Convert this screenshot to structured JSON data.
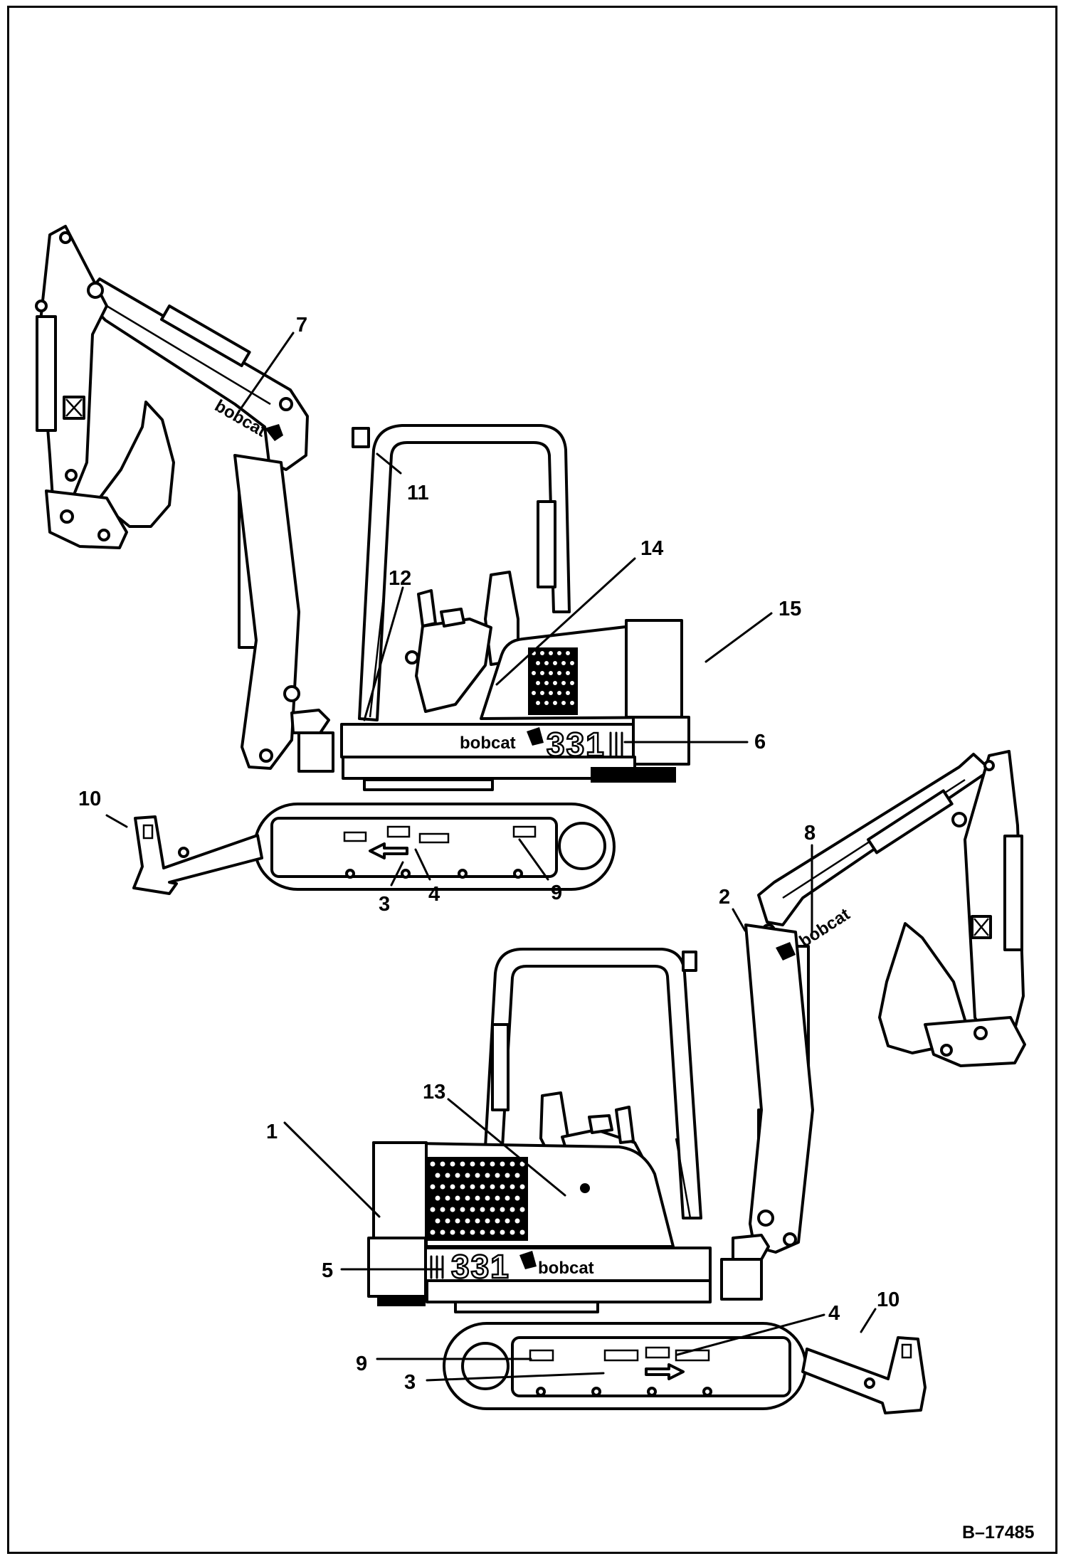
{
  "drawing_code": "B–17485",
  "brand_text": "bobcat",
  "model_number": "331",
  "callouts": [
    {
      "id": "c7",
      "label": "7"
    },
    {
      "id": "c11",
      "label": "11"
    },
    {
      "id": "c14",
      "label": "14"
    },
    {
      "id": "c12",
      "label": "12"
    },
    {
      "id": "c15",
      "label": "15"
    },
    {
      "id": "c6",
      "label": "6"
    },
    {
      "id": "c10a",
      "label": "10"
    },
    {
      "id": "c3a",
      "label": "3"
    },
    {
      "id": "c4a",
      "label": "4"
    },
    {
      "id": "c9a",
      "label": "9"
    },
    {
      "id": "c8",
      "label": "8"
    },
    {
      "id": "c2",
      "label": "2"
    },
    {
      "id": "c13",
      "label": "13"
    },
    {
      "id": "c1",
      "label": "1"
    },
    {
      "id": "c5",
      "label": "5"
    },
    {
      "id": "c4b",
      "label": "4"
    },
    {
      "id": "c10b",
      "label": "10"
    },
    {
      "id": "c9b",
      "label": "9"
    },
    {
      "id": "c3b",
      "label": "3"
    }
  ]
}
